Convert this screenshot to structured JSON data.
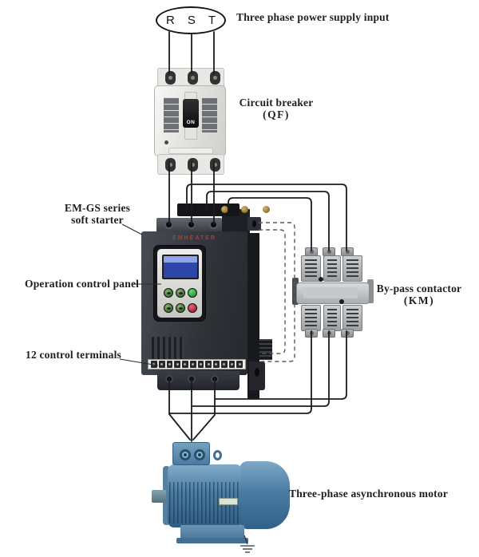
{
  "diagram": {
    "power_input": {
      "phases": [
        "R",
        "S",
        "T"
      ],
      "label": "Three phase power supply input"
    },
    "circuit_breaker": {
      "label": "Circuit breaker",
      "designator": "(QF)",
      "switch_label": "ON"
    },
    "soft_starter": {
      "label_line1": "EM-GS series",
      "label_line2": "soft starter",
      "brand": "EMHEATER"
    },
    "operation_panel": {
      "label": "Operation control panel"
    },
    "control_terminals": {
      "label": "12 control terminals",
      "count": 12
    },
    "bypass_contactor": {
      "label": "By-pass contactor",
      "designator": "(KM)"
    },
    "motor": {
      "label": "Three-phase asynchronous motor"
    },
    "colors": {
      "wire": "#1c1c1c",
      "dashed_control_wire": "#5a5a5a",
      "motor_blue": "#4a7ca3",
      "starter_body": "#2f3237",
      "lcd_blue": "#2c47a8",
      "run_button_green": "#1f9a38",
      "stop_button_red": "#b02038",
      "brand_red": "#bb3a2e"
    }
  }
}
